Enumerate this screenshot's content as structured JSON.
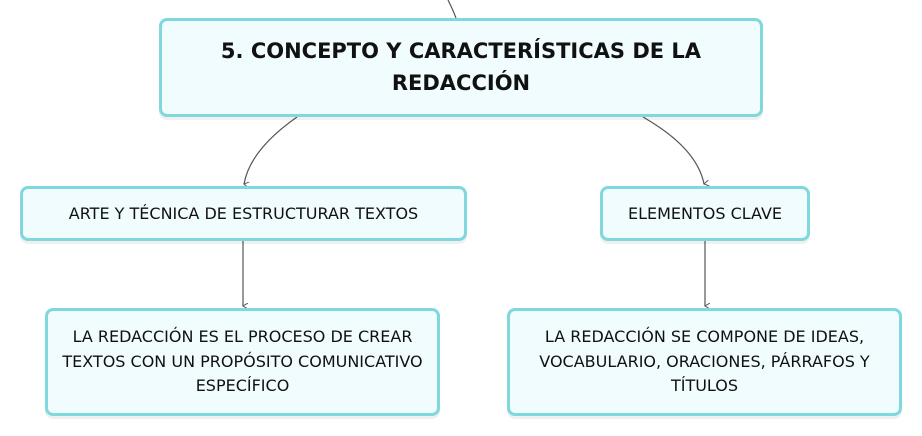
{
  "diagram": {
    "root": {
      "label": "5. CONCEPTO Y CARACTERÍSTICAS DE LA REDACCIÓN"
    },
    "branches": [
      {
        "label": "ARTE Y TÉCNICA DE ESTRUCTURAR TEXTOS",
        "child": "LA REDACCIÓN ES EL PROCESO DE CREAR TEXTOS CON UN PROPÓSITO COMUNICATIVO ESPECÍFICO"
      },
      {
        "label": "ELEMENTOS CLAVE",
        "child": "LA REDACCIÓN SE COMPONE DE IDEAS, VOCABULARIO, ORACIONES, PÁRRAFOS Y TÍTULOS"
      }
    ],
    "colors": {
      "node_border": "#7fd8de",
      "node_fill": "#f0fcfd",
      "connector": "#555555",
      "text": "#111111"
    }
  }
}
